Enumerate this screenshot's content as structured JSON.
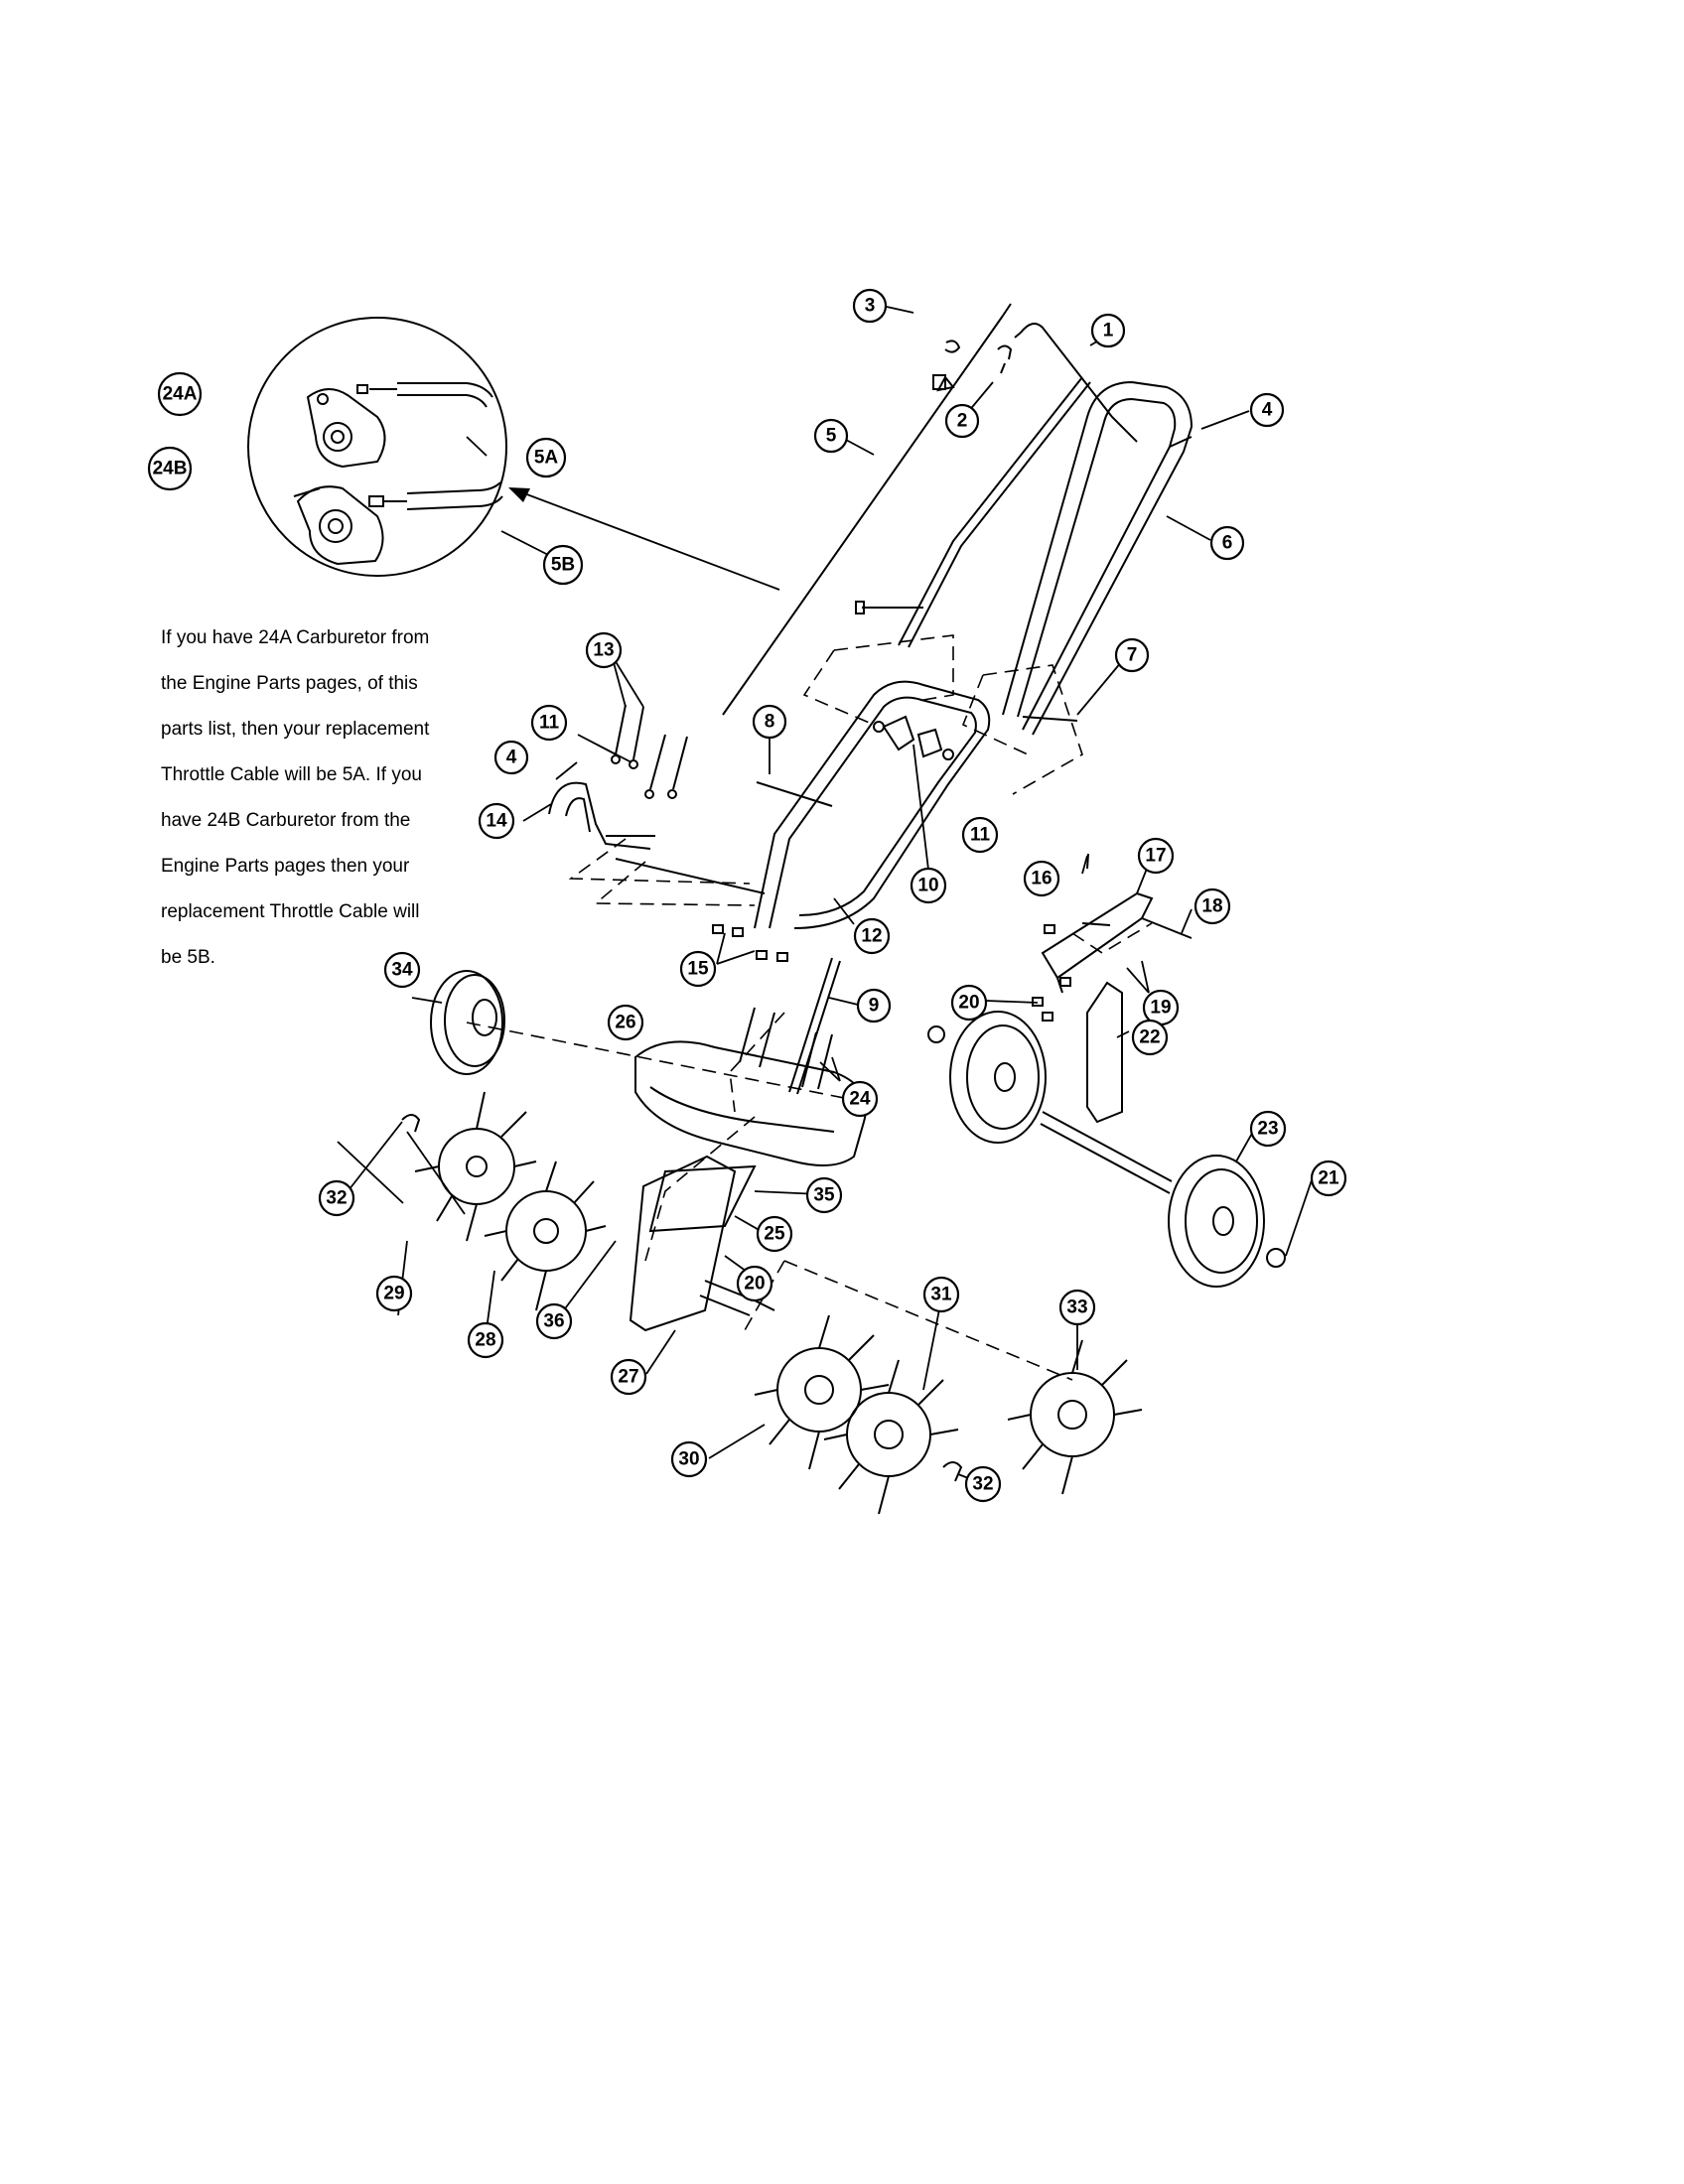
{
  "note": {
    "lines": [
      "If you have 24A Carburetor from",
      "the Engine Parts pages, of this",
      "parts list, then your replacement",
      "Throttle Cable will be 5A. If you",
      "have 24B Carburetor from the",
      "Engine Parts pages then your",
      "replacement Throttle Cable will",
      "be 5B."
    ]
  },
  "callouts": [
    {
      "id": "c1",
      "label": "1"
    },
    {
      "id": "c2",
      "label": "2"
    },
    {
      "id": "c3",
      "label": "3"
    },
    {
      "id": "c4a",
      "label": "4"
    },
    {
      "id": "c4b",
      "label": "4"
    },
    {
      "id": "c5",
      "label": "5"
    },
    {
      "id": "c5a",
      "label": "5A"
    },
    {
      "id": "c5b",
      "label": "5B"
    },
    {
      "id": "c6",
      "label": "6"
    },
    {
      "id": "c7",
      "label": "7"
    },
    {
      "id": "c8",
      "label": "8"
    },
    {
      "id": "c9",
      "label": "9"
    },
    {
      "id": "c10",
      "label": "10"
    },
    {
      "id": "c11a",
      "label": "11"
    },
    {
      "id": "c11b",
      "label": "11"
    },
    {
      "id": "c12",
      "label": "12"
    },
    {
      "id": "c13",
      "label": "13"
    },
    {
      "id": "c14",
      "label": "14"
    },
    {
      "id": "c15",
      "label": "15"
    },
    {
      "id": "c16",
      "label": "16"
    },
    {
      "id": "c17",
      "label": "17"
    },
    {
      "id": "c18",
      "label": "18"
    },
    {
      "id": "c19",
      "label": "19"
    },
    {
      "id": "c20a",
      "label": "20"
    },
    {
      "id": "c20b",
      "label": "20"
    },
    {
      "id": "c21",
      "label": "21"
    },
    {
      "id": "c22",
      "label": "22"
    },
    {
      "id": "c23",
      "label": "23"
    },
    {
      "id": "c24",
      "label": "24"
    },
    {
      "id": "c24a",
      "label": "24A"
    },
    {
      "id": "c24b",
      "label": "24B"
    },
    {
      "id": "c25",
      "label": "25"
    },
    {
      "id": "c26",
      "label": "26"
    },
    {
      "id": "c27",
      "label": "27"
    },
    {
      "id": "c28",
      "label": "28"
    },
    {
      "id": "c29",
      "label": "29"
    },
    {
      "id": "c30",
      "label": "30"
    },
    {
      "id": "c31",
      "label": "31"
    },
    {
      "id": "c32a",
      "label": "32"
    },
    {
      "id": "c32b",
      "label": "32"
    },
    {
      "id": "c33",
      "label": "33"
    },
    {
      "id": "c34",
      "label": "34"
    },
    {
      "id": "c35",
      "label": "35"
    },
    {
      "id": "c36",
      "label": "36"
    }
  ]
}
